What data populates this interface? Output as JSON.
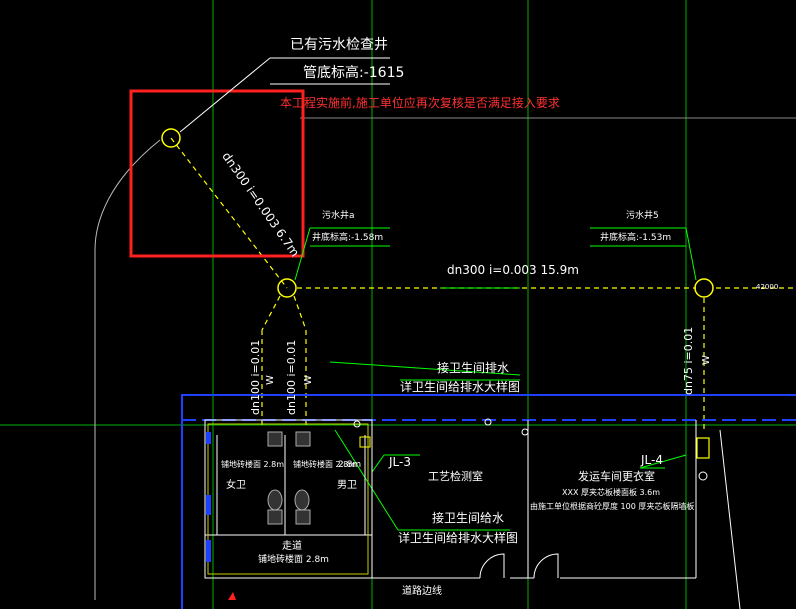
{
  "annotations": {
    "existing_manhole_label": "已有污水检查井",
    "pipe_bottom_elev": "管底标高:-1615",
    "red_note": "本工程实施前,施工单位应再次复核是否满足接入要求",
    "pipe_dn300_diag": "dn300  i=0.003  6.7m",
    "manhole_a_name": "污水井a",
    "manhole_a_elev": "井底标高:-1.58m",
    "manhole_b_name": "污水井5",
    "manhole_b_elev": "井底标高:-1.53m",
    "pipe_dn300_main": "dn300  i=0.003  15.9m",
    "dim_right": "42000",
    "pipe_dn100_1": "dn100  i=0.01",
    "pipe_dn100_2": "dn100  i=0.01",
    "w_mark_1": "W",
    "w_mark_2": "W",
    "w_mark_3": "W",
    "pipe_dn75": "dn75  i=0.01",
    "connect_drain": "接卫生间排水",
    "connect_drain_detail": "详卫生间给排水大样图",
    "connect_supply": "接卫生间给水",
    "connect_supply_detail": "详卫生间给排水大样图",
    "jl3": "JL-3",
    "jl4": "JL-4",
    "room_process": "工艺检测室",
    "room_female_label": "女卫",
    "room_female_note": "铺地砖楼面  2.8m",
    "room_male_label": "男卫",
    "room_male_note": "铺地砖楼面  2.8m",
    "room_toilet_h": "2.8m",
    "room_corridor": "走道",
    "room_corridor_note": "铺地砖楼面  2.8m",
    "room_workshop": "发运车间更衣室",
    "room_workshop_note1": "XXX  厚夹芯板楼面板    3.6m",
    "room_workshop_note2": "由施工单位根据商砼厚度    100  厚夹芯板隔墙板",
    "road_label": "道路边线"
  },
  "colors": {
    "background": "#000000",
    "grid_green": "#00c000",
    "pipe_yellow": "#ffff00",
    "wall_blue": "#2040ff",
    "highlight_red": "#ff2020",
    "text_white": "#ffffff",
    "leader_green": "#00ff00"
  }
}
